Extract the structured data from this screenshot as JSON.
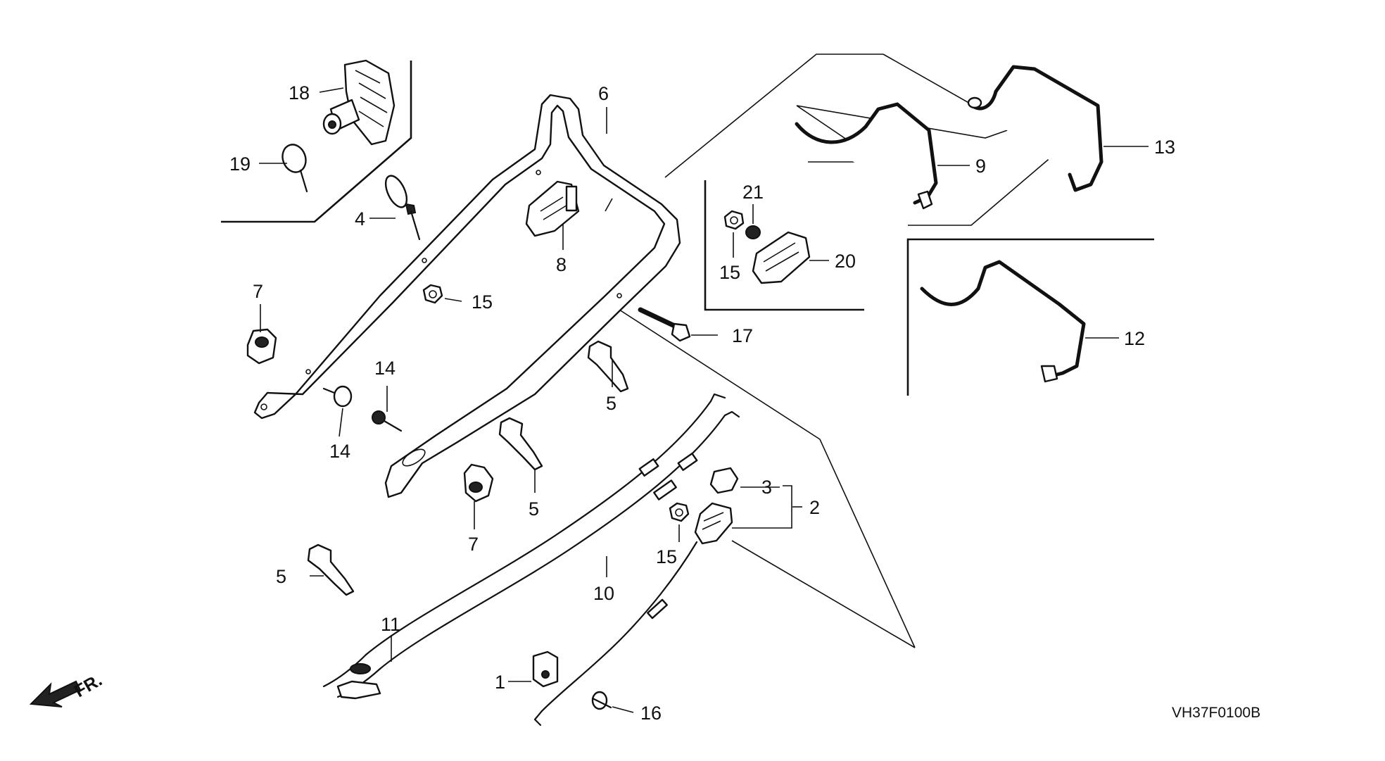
{
  "diagram": {
    "figure_code": "VH37F0100B",
    "direction_label": "FR.",
    "callouts": [
      {
        "id": "c1",
        "text": "1"
      },
      {
        "id": "c2",
        "text": "2"
      },
      {
        "id": "c3",
        "text": "3"
      },
      {
        "id": "c4",
        "text": "4"
      },
      {
        "id": "c5a",
        "text": "5"
      },
      {
        "id": "c5b",
        "text": "5"
      },
      {
        "id": "c5c",
        "text": "5"
      },
      {
        "id": "c6",
        "text": "6"
      },
      {
        "id": "c7a",
        "text": "7"
      },
      {
        "id": "c7b",
        "text": "7"
      },
      {
        "id": "c8",
        "text": "8"
      },
      {
        "id": "c9",
        "text": "9"
      },
      {
        "id": "c10",
        "text": "10"
      },
      {
        "id": "c11",
        "text": "11"
      },
      {
        "id": "c12",
        "text": "12"
      },
      {
        "id": "c13",
        "text": "13"
      },
      {
        "id": "c14a",
        "text": "14"
      },
      {
        "id": "c14b",
        "text": "14"
      },
      {
        "id": "c15a",
        "text": "15"
      },
      {
        "id": "c15b",
        "text": "15"
      },
      {
        "id": "c15c",
        "text": "15"
      },
      {
        "id": "c16",
        "text": "16"
      },
      {
        "id": "c17",
        "text": "17"
      },
      {
        "id": "c18",
        "text": "18"
      },
      {
        "id": "c19",
        "text": "19"
      },
      {
        "id": "c20",
        "text": "20"
      },
      {
        "id": "c21",
        "text": "21"
      }
    ]
  }
}
